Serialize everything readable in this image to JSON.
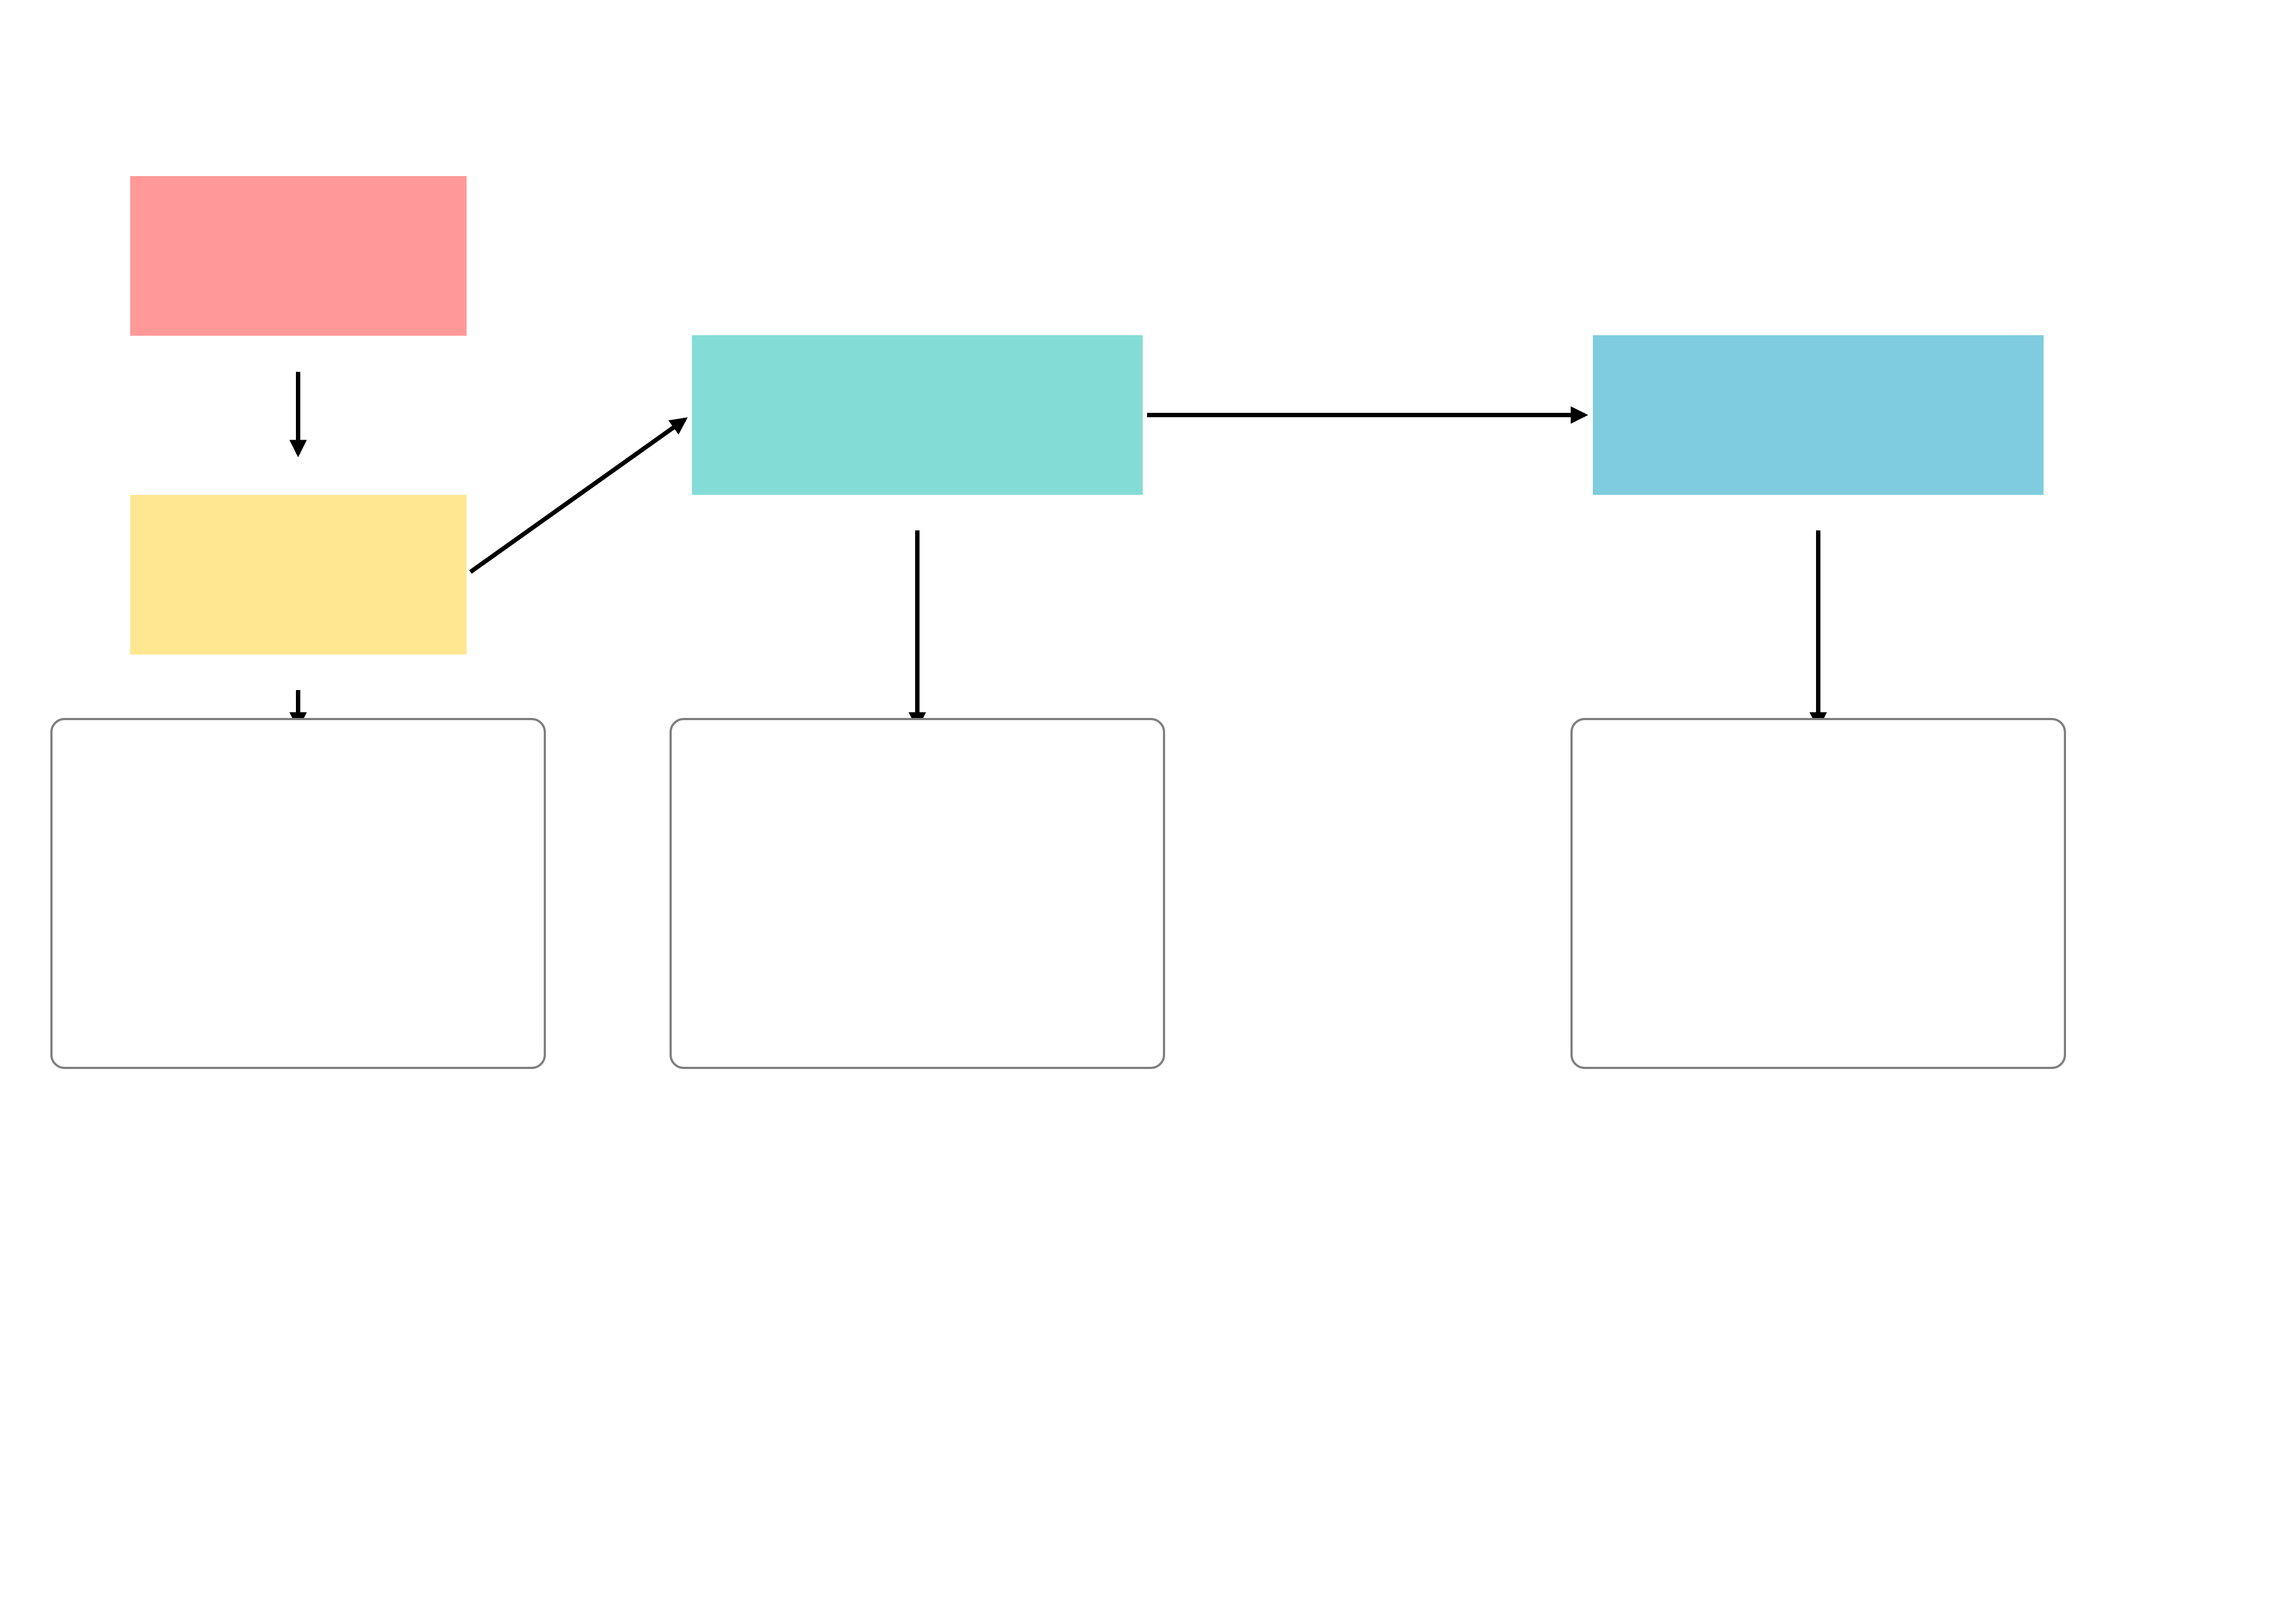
{
  "title": "",
  "colors": {
    "start": "#ff9999",
    "stage": "#ffe791",
    "review": "#84dcd6",
    "result": "#7fccdf",
    "note_border": "#7f7f7f",
    "arrow": "#000000"
  },
  "nodes": [
    {
      "id": "start",
      "label": ""
    },
    {
      "id": "stage",
      "label": ""
    },
    {
      "id": "review",
      "label": ""
    },
    {
      "id": "result",
      "label": ""
    }
  ],
  "notes": [
    {
      "id": "note-1",
      "text": ""
    },
    {
      "id": "note-2",
      "text": ""
    },
    {
      "id": "note-3",
      "text": ""
    }
  ]
}
